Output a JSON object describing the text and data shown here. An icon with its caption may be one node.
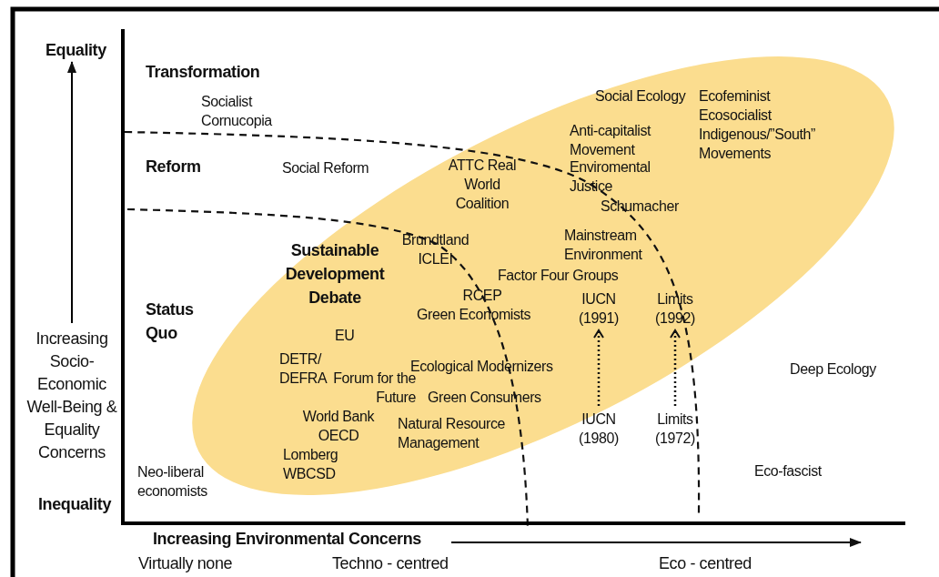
{
  "diagram": {
    "nodes": [
      {
        "text": [
          "IUCN (1991)"
        ]
      },
      {
        "text": [
          "Limits (1992)"
        ]
      },
      {
        "text": [
          "IUCN (1980)"
        ]
      },
      {
        "text": [
          "Limits (1972)"
        ]
      }
    ],
    "edges": [
      {
        "from": 2,
        "to": 0,
        "arrow": "to",
        "style": "dashed"
      },
      {
        "from": 3,
        "to": 1,
        "arrow": "to",
        "style": "dashed"
      }
    ],
    "labels": [
      "Equality",
      "Transformation",
      "Socialist Cornucopia",
      "Social Ecology",
      "Ecofeminist",
      "Ecosocialist",
      "Anti-capitalist Movement",
      "Indigenous/”South” Movements",
      "Enviromental Justice",
      "Reform",
      "Social Reform",
      "ATTC Real World Coalition",
      "Schumacher",
      "Brundtland ICLEI",
      "Mainstream Environment",
      "Sustainable Development Debate",
      "Factor Four Groups",
      "Status Quo",
      "RCEP",
      "Green Economists",
      "EU",
      "Ecological Modernizers",
      "Deep Ecology",
      "DETR/ DEFRA",
      "Forum for the Future",
      "Green Consumers",
      "World Bank OECD",
      "Natural Resource Management",
      "Increasing Socio-Economic Well-Being & Equality Concerns",
      "Lomberg WBCSD",
      "Neo-liberal economists",
      "Eco-fascist",
      "Inequality",
      "Increasing Environmental Concerns",
      "Virtually none",
      "Techno - centred",
      "Eco - centred"
    ]
  }
}
